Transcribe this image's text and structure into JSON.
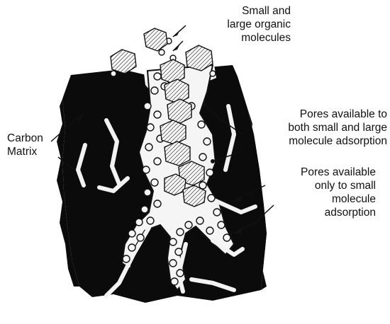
{
  "colors": {
    "background": "#ffffff",
    "carbon_matrix": "#0b0b0b",
    "pore_space": "#f5f5f5",
    "molecule_outline": "#111111",
    "label_text": "#111111"
  },
  "labels": {
    "molecules": [
      "Small and",
      "large organic",
      "molecules"
    ],
    "carbon_matrix": [
      "Carbon",
      "Matrix"
    ],
    "pores_both": [
      "Pores available to",
      "both small and large",
      "molecule adsorption"
    ],
    "pores_small": [
      "Pores available",
      "only to small",
      "molecule",
      "adsorption"
    ]
  }
}
